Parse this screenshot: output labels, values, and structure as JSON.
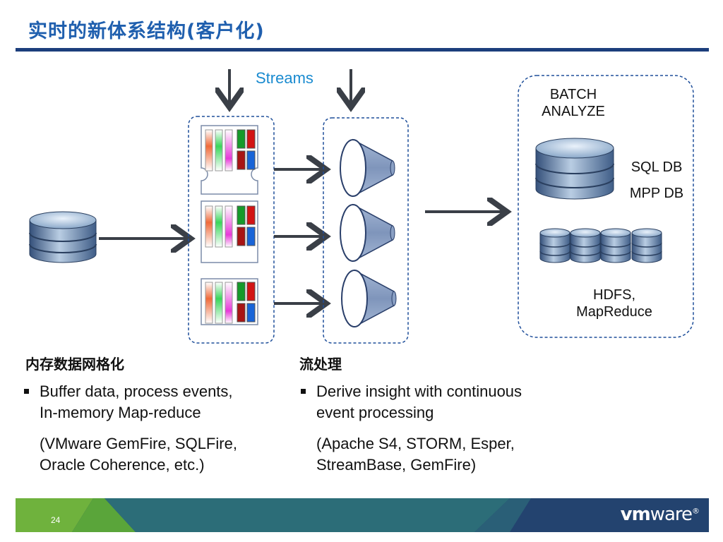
{
  "slide": {
    "title": "实时的新体系结构(客户化)",
    "page_number": "24",
    "brand_bold": "vm",
    "brand_regular": "ware",
    "brand_mark": "®"
  },
  "diagram": {
    "streams_label": "Streams",
    "batch_line1": "BATCH",
    "batch_line2": "ANALYZE",
    "sql_db": "SQL DB",
    "mpp_db": "MPP DB",
    "hdfs_line1": "HDFS,",
    "hdfs_line2": "MapReduce"
  },
  "left_section": {
    "heading": "内存数据网格化",
    "bullet_line1": "Buffer data, process events,",
    "bullet_line2": "In-memory Map-reduce",
    "note_line1": "(VMware GemFire, SQLFire,",
    "note_line2": "Oracle Coherence, etc.)"
  },
  "right_section": {
    "heading": "流处理",
    "bullet_line1": "Derive insight with continuous",
    "bullet_line2": "event processing",
    "note_line1": "(Apache S4, STORM, Esper,",
    "note_line2": "StreamBase, GemFire)"
  },
  "colors": {
    "title": "#1f5fae",
    "rule": "#1c3e7c",
    "streams": "#1a8bd0",
    "footer_dark": "#23436f",
    "footer_teal": "#2c6d78",
    "footer_green": "#6fb23d"
  }
}
